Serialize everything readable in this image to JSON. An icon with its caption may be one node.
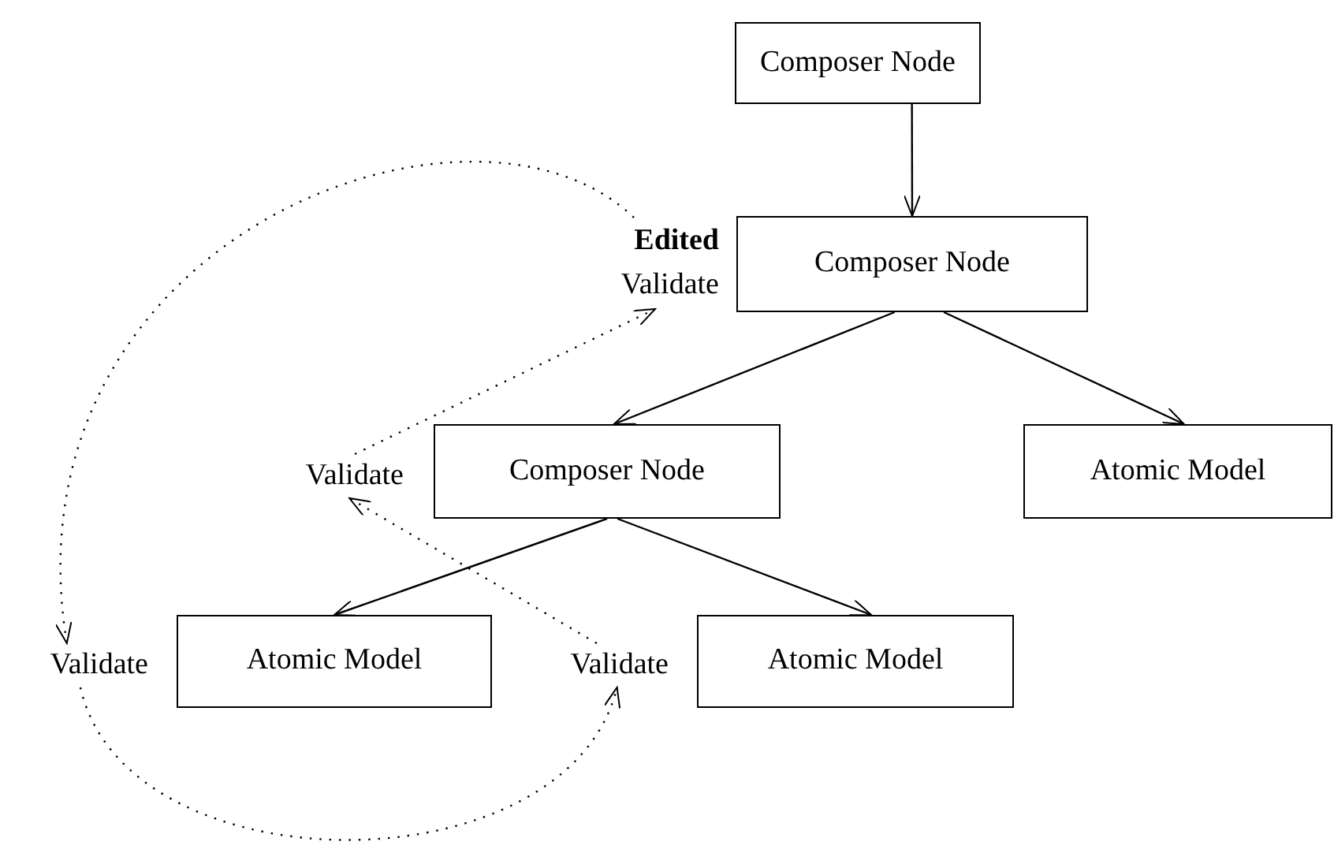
{
  "diagram": {
    "nodes": [
      {
        "text": [
          "Composer Node"
        ]
      },
      {
        "text": [
          "Edited",
          "Validate"
        ]
      },
      {
        "text": [
          "Composer Node"
        ]
      },
      {
        "text": [
          "Validate"
        ]
      },
      {
        "text": [
          "Composer Node"
        ]
      },
      {
        "text": [
          "Atomic Model"
        ]
      },
      {
        "text": [
          "Validate"
        ]
      },
      {
        "text": [
          "Atomic Model"
        ]
      },
      {
        "text": [
          "Validate"
        ]
      },
      {
        "text": [
          "Atomic Model"
        ]
      }
    ],
    "edges": [
      {
        "from": 0,
        "to": 2,
        "arrow": "to"
      },
      {
        "from": 2,
        "to": 4,
        "arrow": "to"
      },
      {
        "from": 2,
        "to": 5,
        "arrow": "to"
      },
      {
        "from": 4,
        "to": 7,
        "arrow": "to"
      },
      {
        "from": 4,
        "to": 9,
        "arrow": "to"
      },
      {
        "from": 8,
        "to": 3,
        "arrow": "to",
        "style": "dashed"
      },
      {
        "from": 3,
        "to": 1,
        "arrow": "to",
        "style": "dashed"
      },
      {
        "from": 1,
        "to": 6,
        "arrow": "to",
        "style": "dashed"
      },
      {
        "from": 6,
        "to": 8,
        "arrow": "to",
        "style": "dashed"
      }
    ]
  }
}
